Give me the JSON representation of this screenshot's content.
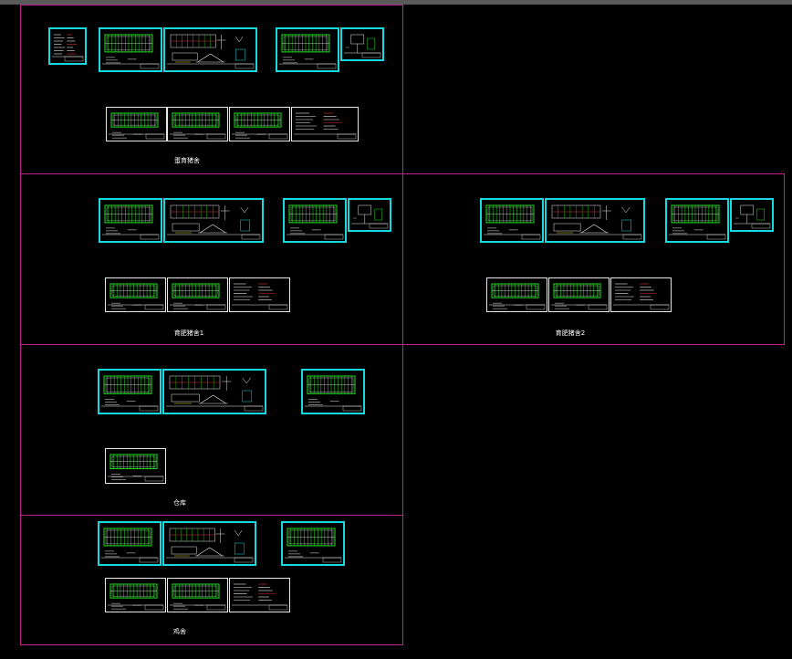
{
  "canvas": {
    "background": "#000000",
    "frame_color": "#c0208c",
    "sheet_color": "#18d8e0",
    "plan_color": "#20e020"
  },
  "groups": {
    "group1": {
      "label": "蛋育猪舍"
    },
    "group2": {
      "label": "育肥猪舍1"
    },
    "group3": {
      "label": "育肥猪舍2"
    },
    "group4": {
      "label": "仓库"
    },
    "group5": {
      "label": "鸡舍"
    }
  }
}
